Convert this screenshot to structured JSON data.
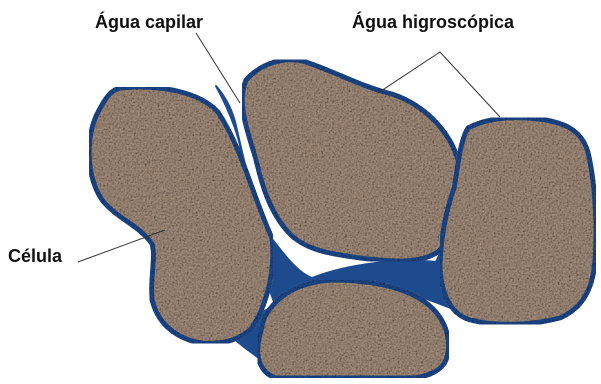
{
  "labels": {
    "capillary_water": "Água capilar",
    "hygroscopic_water": "Água higroscópica",
    "cell": "Célula"
  },
  "colors": {
    "water": "#1e4a8e",
    "particle_base": "#a38c7a",
    "particle_dark": "#5a4334",
    "particle_light": "#d4c4b4",
    "leader_line": "#333333"
  }
}
